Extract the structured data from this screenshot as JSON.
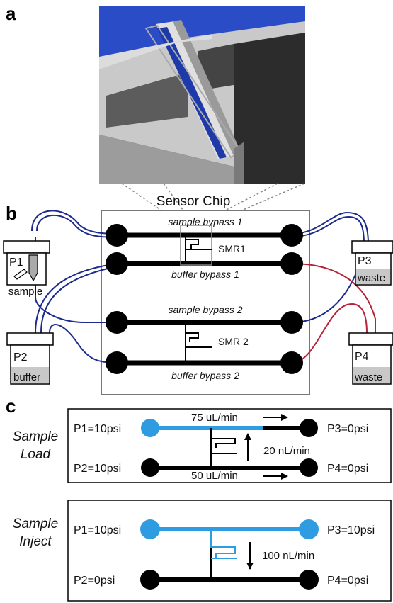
{
  "panels": {
    "a": "a",
    "b": "b",
    "c": "c"
  },
  "sensor_chip": {
    "title": "Sensor Chip",
    "channels": [
      "sample bypass 1",
      "buffer bypass 1",
      "sample bypass 2",
      "buffer bypass 2"
    ],
    "resonators": [
      "SMR1",
      "SMR 2"
    ]
  },
  "reservoirs": {
    "p1": {
      "name": "P1",
      "caption": "sample"
    },
    "p2": {
      "name": "P2",
      "caption": "buffer"
    },
    "p3": {
      "name": "P3",
      "caption": "waste"
    },
    "p4": {
      "name": "P4",
      "caption": "waste"
    }
  },
  "sample_load": {
    "title_line1": "Sample",
    "title_line2": "Load",
    "p1": "P1=10psi",
    "p2": "P2=10psi",
    "p3": "P3=0psi",
    "p4": "P4=0psi",
    "top_flow": "75 uL/min",
    "bottom_flow": "50 uL/min",
    "smr_flow": "20 nL/min"
  },
  "sample_inject": {
    "title_line1": "Sample",
    "title_line2": "Inject",
    "p1": "P1=10psi",
    "p2": "P2=0psi",
    "p3": "P3=10psi",
    "p4": "P4=0psi",
    "smr_flow": "100 nL/min"
  },
  "colors": {
    "sample_blue": "#2f9be0",
    "buffer_navy": "#1c2a8c",
    "waste_red": "#b3243a",
    "device_blue": "#1e3aa8"
  }
}
